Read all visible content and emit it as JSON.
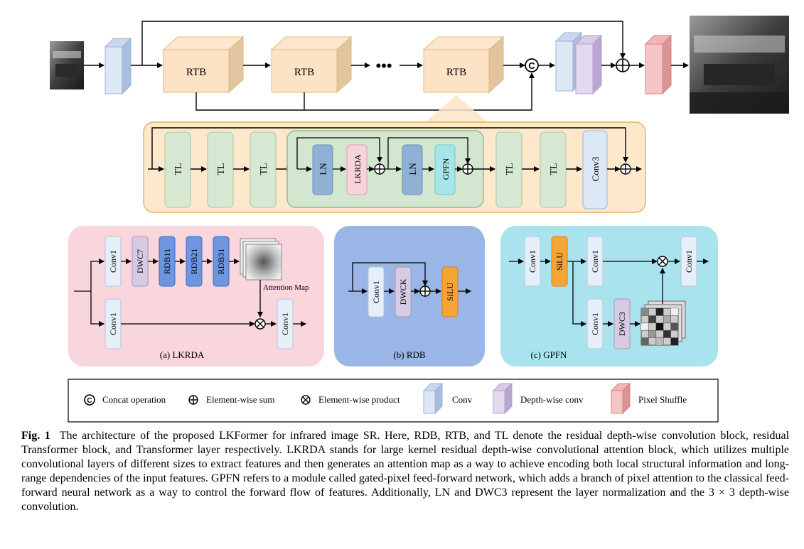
{
  "main": {
    "rtb_labels": [
      "RTB",
      "RTB",
      "RTB"
    ],
    "concat_symbol": "C",
    "ellipsis": "•••"
  },
  "tl_block": {
    "tl_labels": [
      "TL",
      "TL",
      "TL",
      "TL",
      "TL"
    ],
    "ln_labels": [
      "LN",
      "LN"
    ],
    "lkrda": "LKRDA",
    "gpfn": "GPFN",
    "conv3": "Conv3"
  },
  "lkrda_panel": {
    "conv1_top": "Conv1",
    "dwc7": "DWC7",
    "rdb11": "RDB11",
    "rdb21": "RDB21",
    "rdb31": "RDB31",
    "attention_label": "Attention Map",
    "conv1_bottom": "Conv1",
    "conv1_out": "Conv1",
    "caption": "(a) LKRDA"
  },
  "rdb_panel": {
    "conv1": "Conv1",
    "dwck": "DWCK",
    "silu": "SiLU",
    "caption": "(b) RDB"
  },
  "gpfn_panel": {
    "conv1_in": "Conv1",
    "silu": "SiLU",
    "conv1_top": "Conv1",
    "conv1_out": "Conv1",
    "conv1_bottom": "Conv1",
    "dwc3": "DWC3",
    "caption": "(c) GPFN"
  },
  "legend": {
    "concat": "Concat operation",
    "sum": "Element-wise sum",
    "product": "Element-wise product",
    "conv": "Conv",
    "dwconv": "Depth-wise conv",
    "pixel_shuffle": "Pixel Shuffle"
  },
  "caption": {
    "label": "Fig. 1",
    "text": "The architecture of the proposed LKFormer for infrared image SR. Here, RDB, RTB, and TL denote the residual depth-wise convolution block, residual Transformer block, and Transformer layer respectively. LKRDA stands for large kernel residual depth-wise convolutional attention block, which utilizes multiple convolutional layers of different sizes to extract features and then generates an attention map as a way to achieve encoding both local structural information and long-range dependencies of the input features. GPFN refers to a module called gated-pixel feed-forward network, which adds a branch of pixel attention to the classical feed-forward neural network as a way to control the forward flow of features. Additionally, LN and DWC3 represent the layer normalization and the 3 × 3 depth-wise convolution."
  },
  "colors": {
    "rtb_face": "#fde3c6",
    "tl_panel": "#fde8cc",
    "tl_block": "#d6e8d2",
    "ln_block": "#8fb1d4",
    "lkrda_panel": "#f9d5dc",
    "rdb_panel": "#9ab6e6",
    "gpfn_panel": "#a9e4ee",
    "silu": "#f5a533",
    "rdb_block": "#6d95e0"
  }
}
